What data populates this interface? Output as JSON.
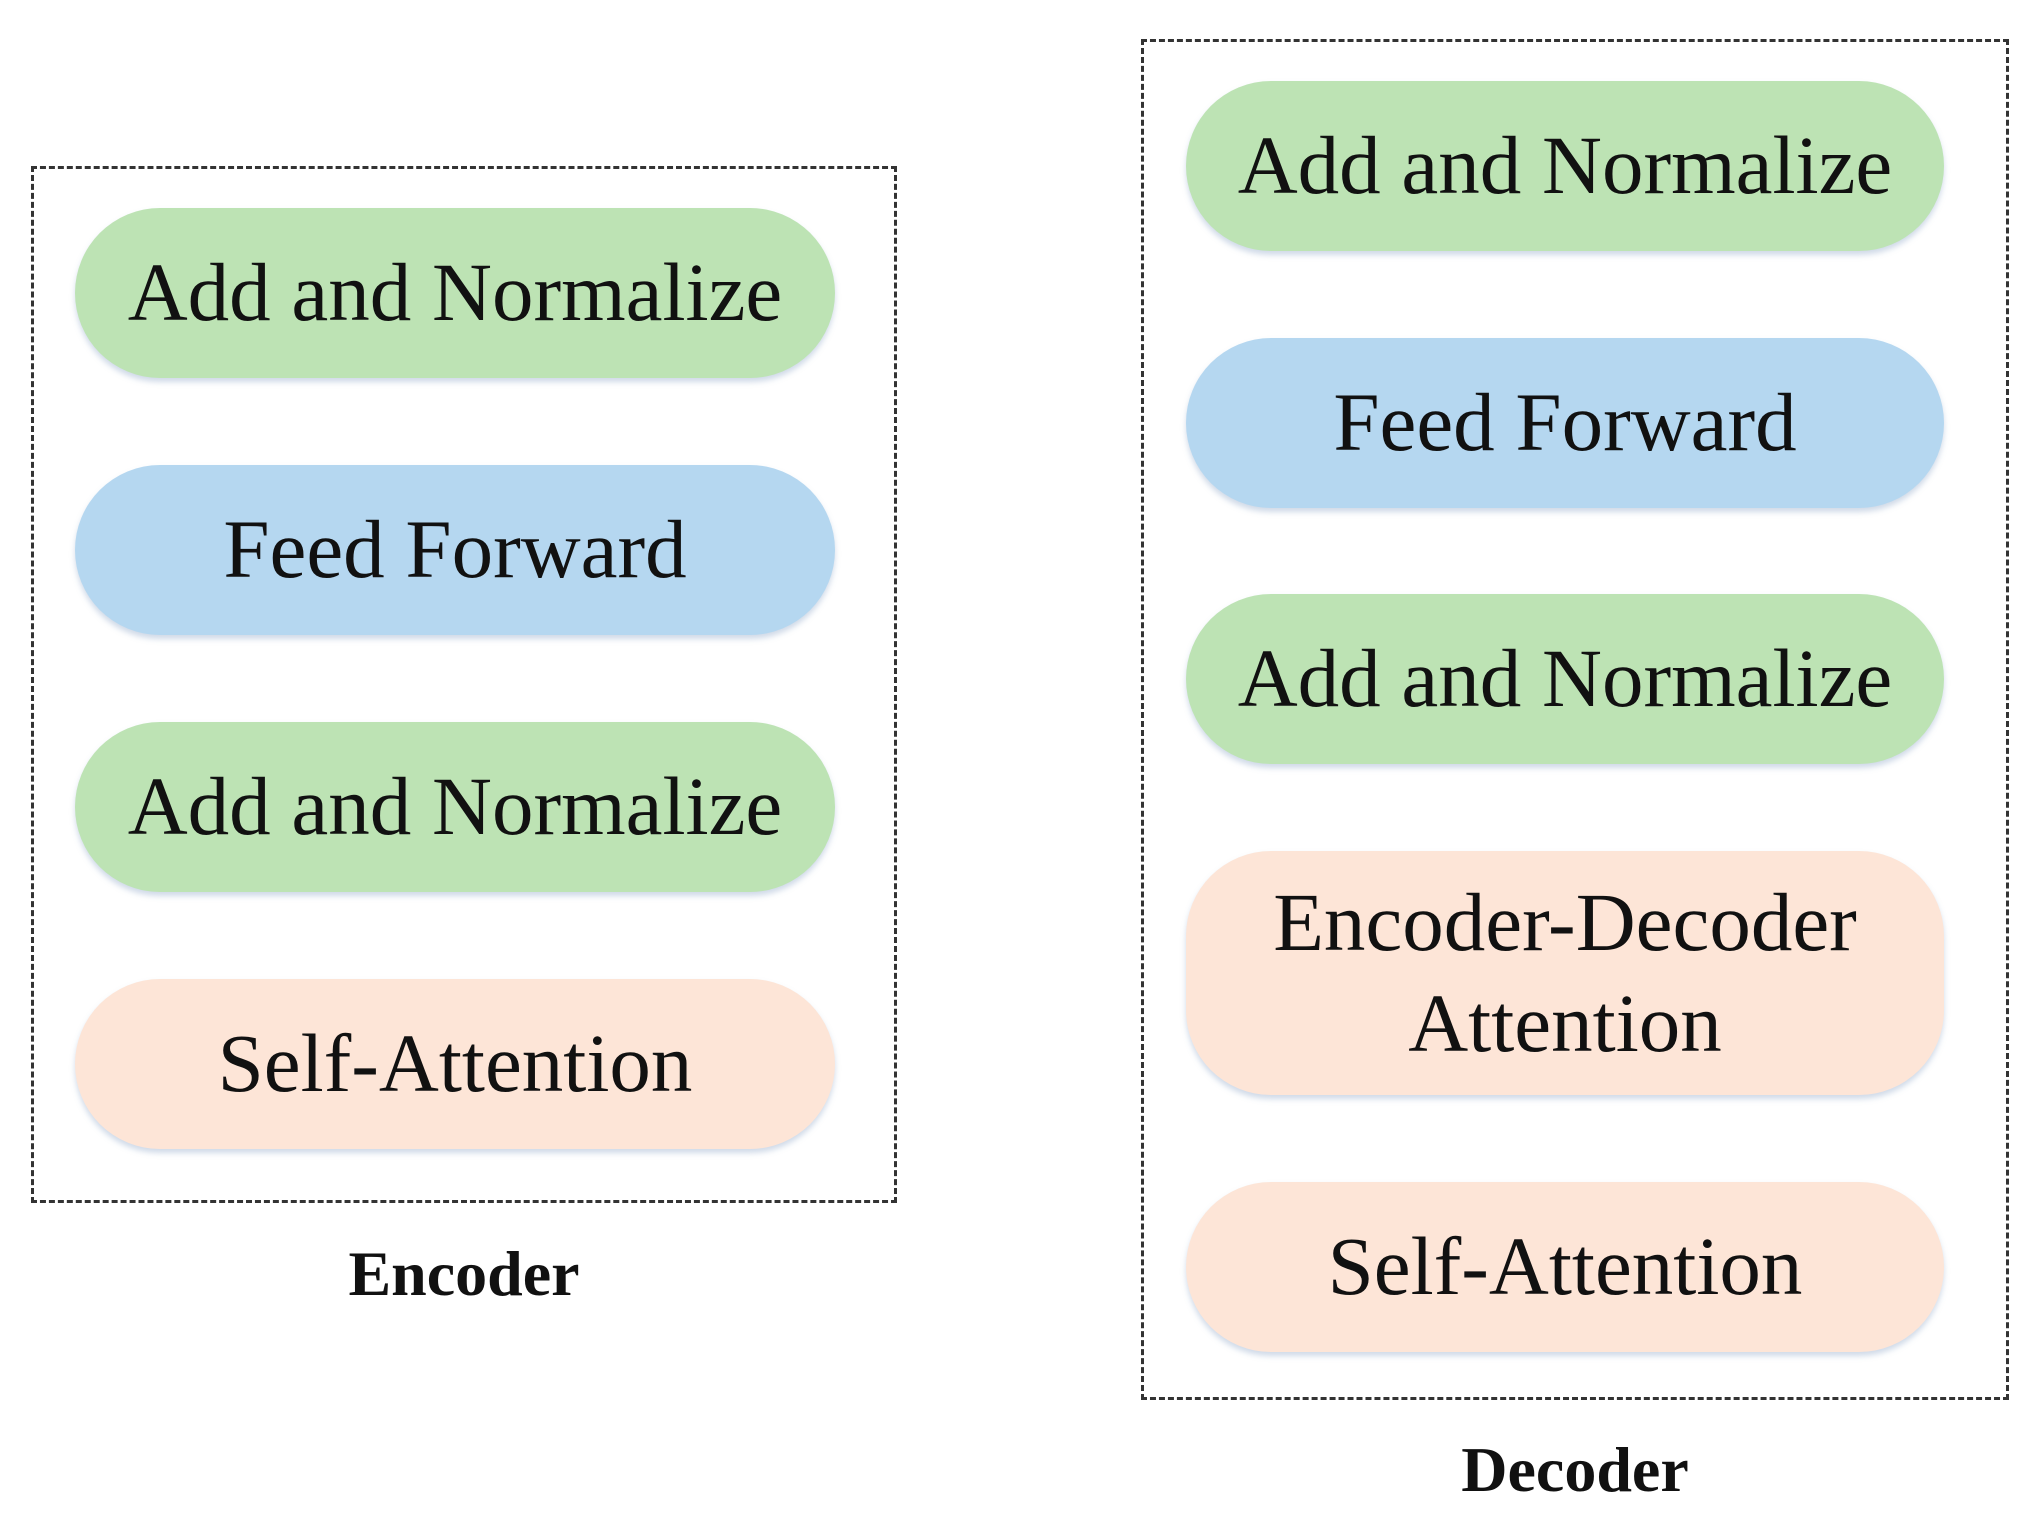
{
  "encoder": {
    "caption": "Encoder",
    "blocks": [
      {
        "label": "Add and Normalize",
        "color": "#bde3b4"
      },
      {
        "label": "Feed Forward",
        "color": "#b5d7f0"
      },
      {
        "label": "Add and Normalize",
        "color": "#bde3b4"
      },
      {
        "label": "Self-Attention",
        "color": "#fde5d7"
      }
    ]
  },
  "decoder": {
    "caption": "Decoder",
    "blocks": [
      {
        "label": "Add and Normalize",
        "color": "#bde3b4"
      },
      {
        "label": "Feed Forward",
        "color": "#b5d7f0"
      },
      {
        "label": "Add and Normalize",
        "color": "#bde3b4"
      },
      {
        "label": "Encoder-Decoder\nAttention",
        "color": "#fde5d7"
      },
      {
        "label": "Self-Attention",
        "color": "#fde5d7"
      }
    ]
  }
}
